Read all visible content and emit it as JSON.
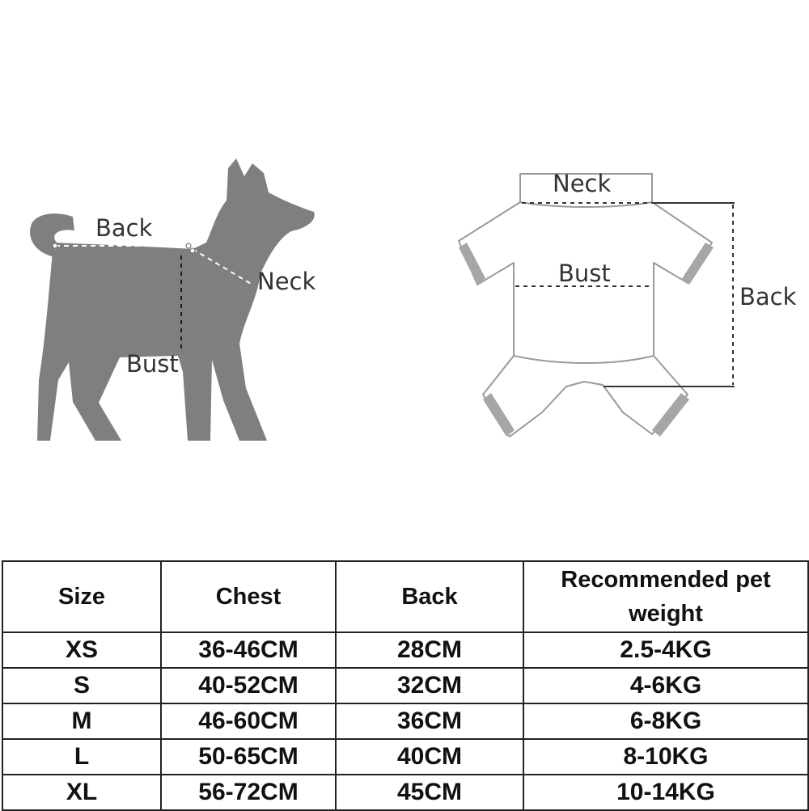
{
  "colors": {
    "dog_fill": "#7f7f7f",
    "outline": "#9a9a9a",
    "cuff": "#a6a6a6",
    "text": "#333333",
    "grid": "#222222"
  },
  "dog_labels": {
    "back": "Back",
    "neck": "Neck",
    "bust": "Bust"
  },
  "garment_labels": {
    "neck": "Neck",
    "bust": "Bust",
    "back": "Back"
  },
  "table": {
    "headers": {
      "size": "Size",
      "chest": "Chest",
      "back": "Back",
      "weight_line1": "Recommended pet",
      "weight_line2": "weight"
    },
    "rows": [
      {
        "size": "XS",
        "chest": "36-46CM",
        "back": "28CM",
        "weight": "2.5-4KG"
      },
      {
        "size": "S",
        "chest": "40-52CM",
        "back": "32CM",
        "weight": "4-6KG"
      },
      {
        "size": "M",
        "chest": "46-60CM",
        "back": "36CM",
        "weight": "6-8KG"
      },
      {
        "size": "L",
        "chest": "50-65CM",
        "back": "40CM",
        "weight": "8-10KG"
      },
      {
        "size": "XL",
        "chest": "56-72CM",
        "back": "45CM",
        "weight": "10-14KG"
      }
    ]
  }
}
